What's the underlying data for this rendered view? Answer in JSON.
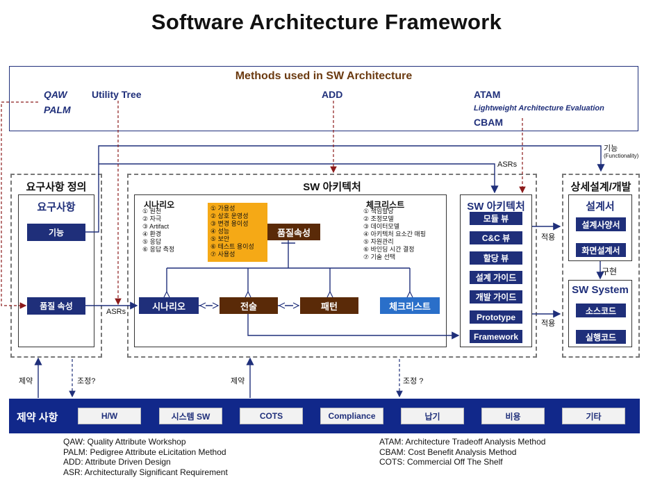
{
  "title": "Software Architecture Framework",
  "methods": {
    "title": "Methods used in SW Architecture",
    "qaw": "QAW",
    "palm": "PALM",
    "utility_tree": "Utility Tree",
    "add": "ADD",
    "atam": "ATAM",
    "lightweight": "Lightweight Architecture Evaluation",
    "cbam": "CBAM"
  },
  "requirements": {
    "section_title": "요구사항 정의",
    "box_title": "요구사항",
    "function": "기능",
    "quality": "품질 속성"
  },
  "sw_arch": {
    "section_title": "SW 아키텍처",
    "scenario_header": "시나리오",
    "scenario_items": [
      "① 원천",
      "② 자극",
      "③ Artifact",
      "④ 환경",
      "⑤ 응답",
      "⑥ 응답 측정"
    ],
    "quality_items": [
      "① 가용성",
      "② 상호 운영성",
      "③ 변경 용이성",
      "④ 성능",
      "⑤ 보안",
      "⑥ 테스트 용이성",
      "⑦ 사용성"
    ],
    "quality_box": "품질속성",
    "checklist_header": "체크리스트",
    "checklist_items": [
      "① 책임할당",
      "② 조정모델",
      "③ 데이터모델",
      "④ 아키텍처 요소간 매핑",
      "⑤ 자원관리",
      "⑥ 바인딩 시간 결정",
      "⑦ 기술 선택"
    ],
    "scenario_box": "시나리오",
    "tactic_box": "전술",
    "pattern_box": "패턴",
    "checklist_box": "체크리스트"
  },
  "arch_views": {
    "title": "SW 아키텍처",
    "items": [
      "모듈 뷰",
      "C&C 뷰",
      "할당 뷰",
      "설계 가이드",
      "개발 가이드",
      "Prototype",
      "Framework"
    ]
  },
  "detail": {
    "section_title": "상세설계/개발",
    "design_doc_title": "설계서",
    "design_items": [
      "설계사양서",
      "화면설계서"
    ],
    "implement": "구현",
    "system_title": "SW System",
    "system_items": [
      "소스코드",
      "실행코드"
    ]
  },
  "labels": {
    "functionality": "기능",
    "functionality_sub": "(Functionality)",
    "asrs_top": "ASRs",
    "asrs_left": "ASRs",
    "apply1": "적용",
    "apply2": "적용",
    "constraint1": "제약",
    "adjust1": "조정?",
    "constraint2": "제약",
    "adjust2": "조정 ?"
  },
  "constraints": {
    "title": "제약 사항",
    "items": [
      "H/W",
      "시스템 SW",
      "COTS",
      "Compliance",
      "납기",
      "비용",
      "기타"
    ]
  },
  "legend_left": [
    "QAW: Quality Attribute Workshop",
    "PALM: Pedigree Attribute eLicitation Method",
    "ADD: Attribute Driven Design",
    "ASR: Architecturally Significant Requirement"
  ],
  "legend_right": [
    "ATAM: Architecture Tradeoff Analysis Method",
    "CBAM: Cost Benefit Analysis Method",
    "COTS: Commercial Off The Shelf"
  ],
  "colors": {
    "navy": "#1f2f7a",
    "brown": "#5a2a08",
    "blue": "#2a6fc9",
    "yellow": "#f5a916",
    "bar": "#11288a",
    "red_arrow": "#8b1a1a"
  }
}
